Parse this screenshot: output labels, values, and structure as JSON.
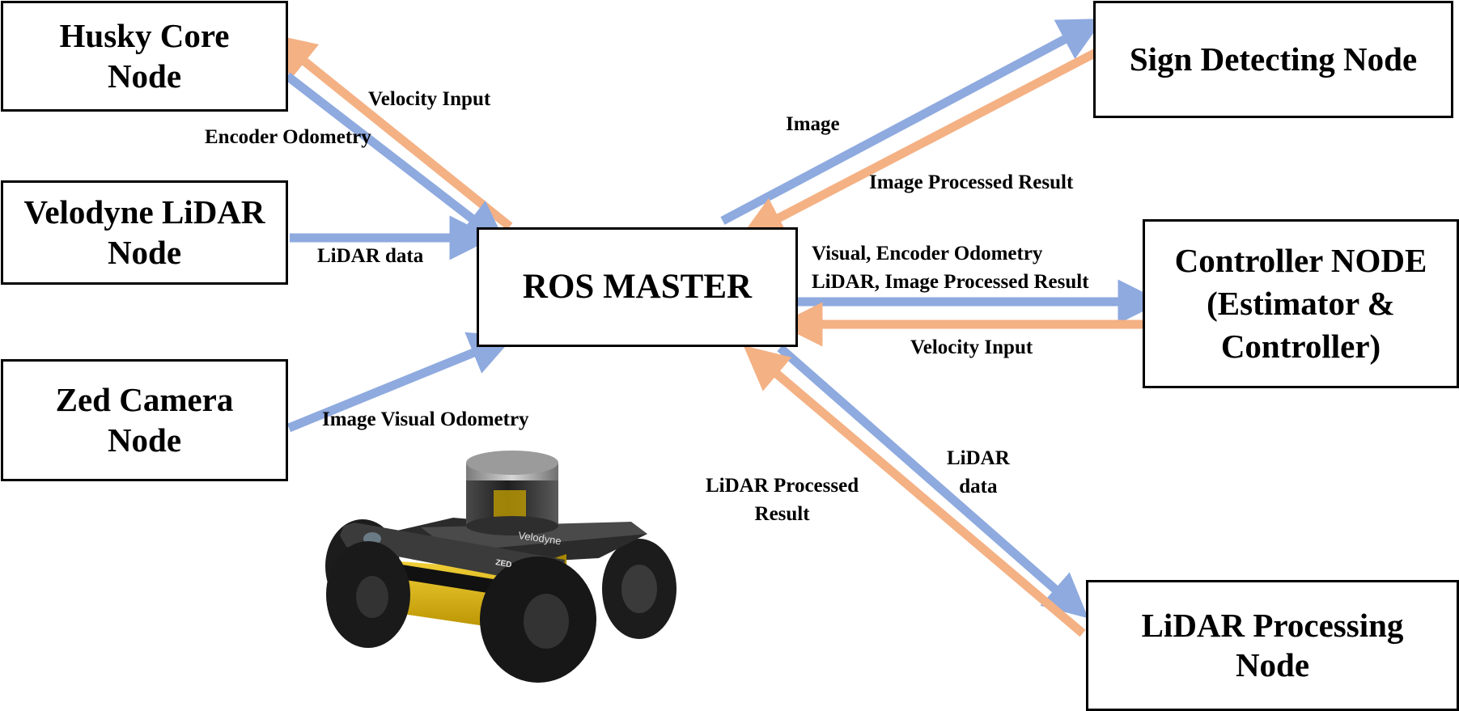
{
  "colors": {
    "request_arrow": "#8eaadf",
    "response_arrow": "#f4b184",
    "box_border": "#000000",
    "text": "#000000"
  },
  "nodes": {
    "husky_core": {
      "line1": "Husky Core",
      "line2": "Node"
    },
    "velodyne": {
      "line1": "Velodyne LiDAR",
      "line2": "Node"
    },
    "zed_camera": {
      "line1": "Zed Camera",
      "line2": "Node"
    },
    "ros_master": {
      "line1": "ROS MASTER"
    },
    "sign_detecting": {
      "line1": "Sign Detecting Node"
    },
    "controller": {
      "line1": "Controller NODE",
      "line2": "(Estimator &",
      "line3": "Controller)"
    },
    "lidar_processing": {
      "line1": "LiDAR Processing",
      "line2": "Node"
    }
  },
  "edges": {
    "velocity_input_husky": "Velocity Input",
    "encoder_odometry": "Encoder Odometry",
    "lidar_data_velodyne": "LiDAR data",
    "image_visual_odometry": "Image Visual Odometry",
    "image": "Image",
    "image_processed_result": "Image Processed Result",
    "to_controller_line1": "Visual, Encoder Odometry",
    "to_controller_line2": "LiDAR, Image Processed Result",
    "velocity_input_controller": "Velocity Input",
    "lidar_data_line1": "LiDAR",
    "lidar_data_line2": "data",
    "lidar_processed_line1": "LiDAR Processed",
    "lidar_processed_line2": "Result"
  },
  "robot_image": {
    "depicts": "husky-robot",
    "brand_text": "Velodyne",
    "camera_text": "ZED"
  }
}
